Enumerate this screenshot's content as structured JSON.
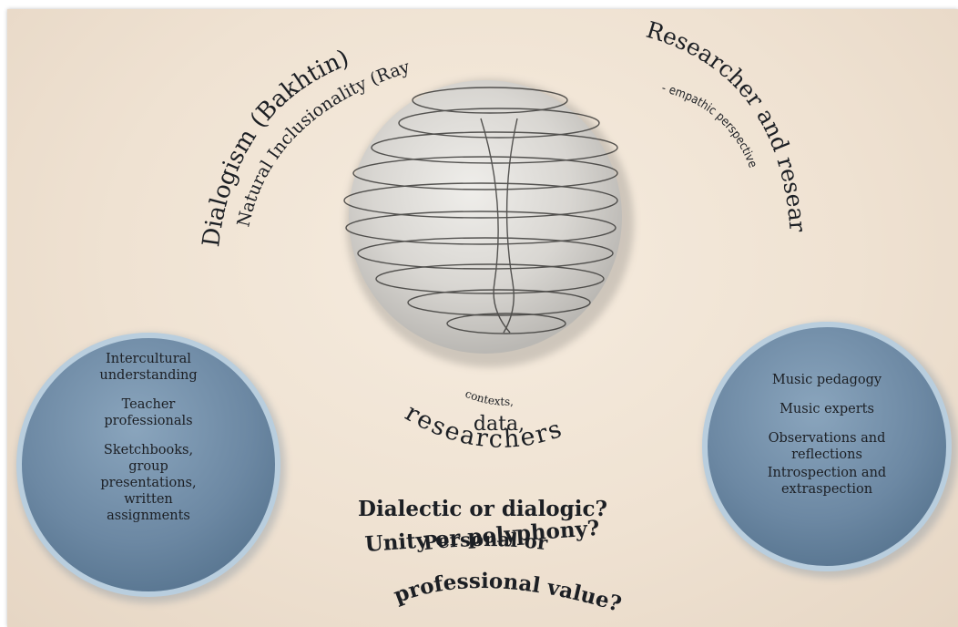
{
  "arcs": {
    "dialogism_line1": "Dialogism (Bakhtin) and",
    "dialogism_line2": "Natural Inclusionality (Rayner)",
    "researcher": "Researcher and researched",
    "empathic": "- empathic perspective",
    "contexts": "contexts,",
    "data": "data,",
    "researchers": "researchers"
  },
  "left_circle": {
    "items": [
      "Intercultural\nunderstanding",
      "Teacher\nprofessionals",
      "Sketchbooks,\ngroup\npresentations,\nwritten\nassignments"
    ]
  },
  "right_circle": {
    "items": [
      "Music pedagogy",
      "Music experts",
      "Observations and\nreflections",
      "Introspection and\nextraspection"
    ]
  },
  "questions": {
    "q1": "Dialectic or dialogic?",
    "q2": "Unity or polyphony?",
    "q3": "Personal or",
    "q4": "professional value?"
  },
  "colors": {
    "background": "#efe2d2",
    "circle_fill": "#6e8ba6",
    "circle_rim": "#a9c0d3",
    "sphere": "#d8d6d2",
    "text": "#1c1f24"
  },
  "icons": {
    "center_graphic": "spiral-sphere-icon"
  }
}
